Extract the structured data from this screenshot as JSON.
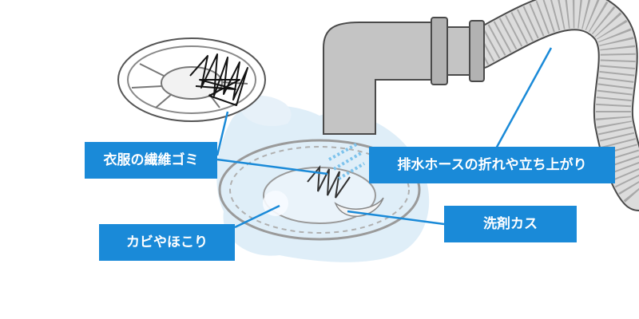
{
  "labels": {
    "fiber": "衣服の繊維ゴミ",
    "hose": "排水ホースの折れや立ち上がり",
    "detergent": "洗剤カス",
    "mold": "カビやほこり"
  },
  "colors": {
    "label_bg": "#1a8ad8",
    "label_text": "#ffffff",
    "pipe": "#c4c4c4",
    "outline": "#4a4a4a",
    "water": "#dcecf7"
  }
}
